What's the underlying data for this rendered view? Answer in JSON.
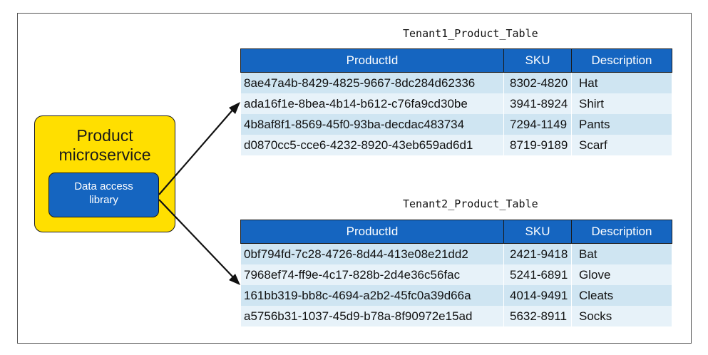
{
  "microservice": {
    "title_line1": "Product",
    "title_line2": "microservice"
  },
  "library": {
    "title_line1": "Data access",
    "title_line2": "library"
  },
  "tables": [
    {
      "caption": "Tenant1_Product_Table",
      "headers": [
        "ProductId",
        "SKU",
        "Description"
      ],
      "rows": [
        [
          "8ae47a4b-8429-4825-9667-8dc284d62336",
          "8302-4820",
          "Hat"
        ],
        [
          "ada16f1e-8bea-4b14-b612-c76fa9cd30be",
          "3941-8924",
          "Shirt"
        ],
        [
          "4b8af8f1-8569-45f0-93ba-decdac483734",
          "7294-1149",
          "Pants"
        ],
        [
          "d0870cc5-cce6-4232-8920-43eb659ad6d1",
          "8719-9189",
          "Scarf"
        ]
      ]
    },
    {
      "caption": "Tenant2_Product_Table",
      "headers": [
        "ProductId",
        "SKU",
        "Description"
      ],
      "rows": [
        [
          "0bf794fd-7c28-4726-8d44-413e08e21dd2",
          "2421-9418",
          "Bat"
        ],
        [
          "7968ef74-ff9e-4c17-828b-2d4e36c56fac",
          "5241-6891",
          "Glove"
        ],
        [
          "161bb319-bb8c-4694-a2b2-45fc0a39d66a",
          "4014-9491",
          "Cleats"
        ],
        [
          "a5756b31-1037-45d9-b78a-8f90972e15ad",
          "5632-8911",
          "Socks"
        ]
      ]
    }
  ],
  "colors": {
    "microservice_fill": "#ffdf00",
    "library_fill": "#1565c0",
    "table_header_fill": "#1565c0",
    "row_fill_dark": "#cfe5f2",
    "row_fill_light": "#e7f2f9"
  }
}
